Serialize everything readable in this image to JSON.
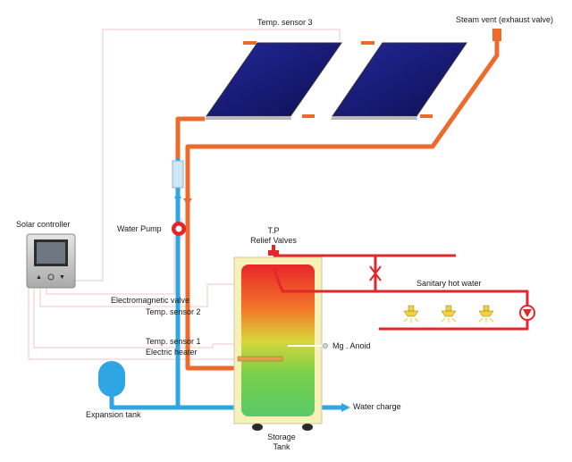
{
  "labels": {
    "temp_sensor_3": "Temp. sensor 3",
    "steam_vent": "Steam vent (exhaust valve)",
    "solar_controller": "Solar controller",
    "water_pump": "Water Pump",
    "tp_relief_line1": "T.P",
    "tp_relief_line2": "Relief Valves",
    "sanitary_hot_water": "Sanitary hot water",
    "electromagnetic_valve": "Electromagnetic valve",
    "temp_sensor_2": "Temp. sensor 2",
    "mg_anoid": "Mg . Anoid",
    "temp_sensor_1": "Temp. sensor 1",
    "electric_heater": "Electric heater",
    "expansion_tank": "Expansion tank",
    "water_charge": "Water charge",
    "storage_tank_line1": "Storage",
    "storage_tank_line2": "Tank"
  },
  "colors": {
    "hot_pipe": "#ee6a2b",
    "cold_pipe": "#2fa6e3",
    "sanitary_pipe": "#e3262b",
    "panel": "#14186e",
    "signal_wire": "#f0c7c7"
  }
}
